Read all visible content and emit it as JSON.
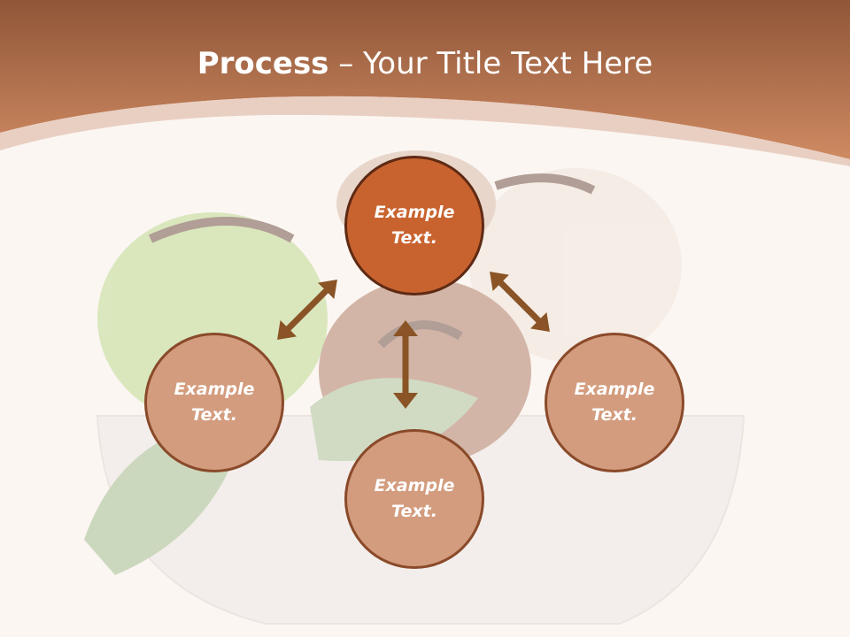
{
  "slide": {
    "title_bold": "Process",
    "title_rest": " – Your Title Text Here"
  },
  "nodes": {
    "top": "Example\nText.",
    "left": "Example\nText.",
    "bottom": "Example\nText.",
    "right": "Example\nText."
  },
  "colors": {
    "header": "#c97d55",
    "main_node": "#c8632f",
    "sub_node": "#d39c7e",
    "arrow": "#8a5426"
  },
  "icons": [
    "double-arrow-icon"
  ]
}
